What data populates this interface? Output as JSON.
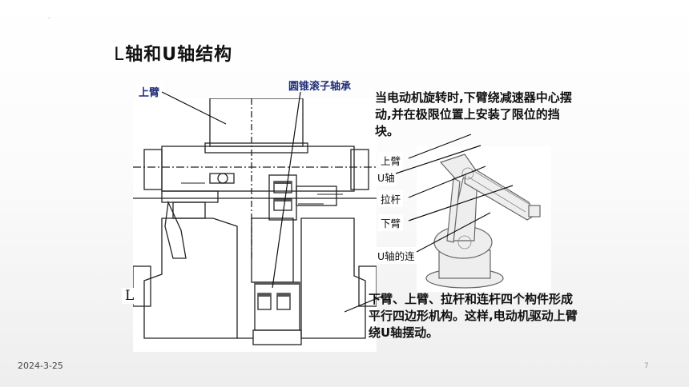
{
  "slide": {
    "decor_dot": ".",
    "title_prefix": "L",
    "title_rest": "轴和U轴结构",
    "labels": {
      "upper_arm_left": "上臂",
      "bearing": "圆锥滚子轴承",
      "L_mark": "L"
    },
    "right_labels": {
      "upper_arm": "上臂",
      "u_axis": "U轴",
      "pull_rod": "拉杆",
      "lower_arm": "下臂",
      "u_link": "U轴的连"
    },
    "paragraph_top": "当电动机旋转时,下臂绕减速器中心摆动,并在极限位置上安装了限位的挡块。",
    "paragraph_bottom": "下臂、上臂、拉杆和连杆四个构件形成平行四边形机构。这样,电动机驱动上臂绕U轴摆动。",
    "date": "2024-3-25",
    "page_number": "7"
  }
}
